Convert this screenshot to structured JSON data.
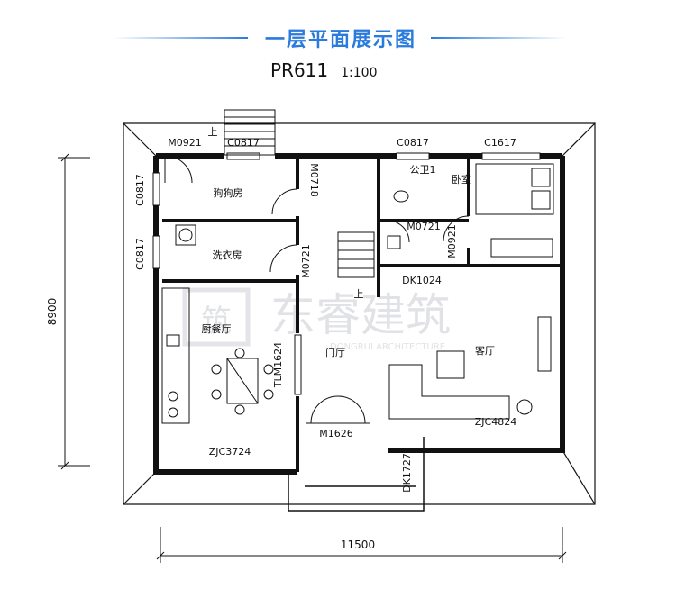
{
  "header": {
    "title": "一层平面展示图",
    "plan_code": "PR611",
    "scale": "1:100"
  },
  "rooms": {
    "dog_room": "狗狗房",
    "laundry": "洗衣房",
    "kitchen_dining": "厨餐厅",
    "foyer": "门厅",
    "public_wc": "公卫1",
    "bedroom": "卧室",
    "living_room": "客厅"
  },
  "labels": {
    "m0921": "M0921",
    "c0817_top_left": "C0817",
    "c0817_top_mid": "C0817",
    "c1617": "C1617",
    "c0817_side_1": "C0817",
    "c0817_side_2": "C0817",
    "m0718": "M0718",
    "m0721_wc": "M0721",
    "m0921_bed": "M0921",
    "m0721_laundry": "M0721",
    "dk1024": "DK1024",
    "tlm1624": "TLM1624",
    "m1626": "M1626",
    "zjc3724": "ZJC3724",
    "zjc4824": "ZJC4824",
    "dk1727": "DK1727",
    "stair_up_1": "上",
    "stair_up_2": "上"
  },
  "dimensions": {
    "height": "8900",
    "width": "11500"
  },
  "watermark": {
    "brand": "筑",
    "name": "东睿建筑",
    "latin": "DONGRUI ARCHITECTURE"
  },
  "colors": {
    "accent": "#2a7bdc",
    "wall": "#111111"
  }
}
